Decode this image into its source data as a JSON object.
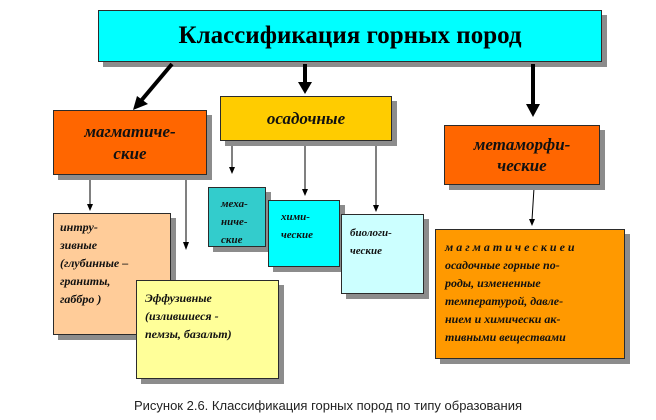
{
  "title": "Классификация горных пород",
  "categories": {
    "magmatic": "магматиче-\nские",
    "sedimentary": "осадочные",
    "metamorphic": "метаморфи-\nческие"
  },
  "magmatic_types": {
    "intrusive": "интру-\nзивные\n(глубинные –\nграниты,\nгаббро )",
    "effusive": "Эффузивные\n(излившиеся  -\nпемзы, базальт)"
  },
  "sedimentary_types": {
    "mechanical": "меха-\nниче-\nские",
    "chemical": "хими-\nческие",
    "biological": "биологи-\nческие"
  },
  "metamorphic_desc": "м а г м а т и ч е с к и е и\nосадочные горные по-\nроды, измененные\nтемпературой, давле-\nнием и химически ак-\nтивными веществами",
  "caption": "Рисунок 2.6. Классификация горных пород по типу образования",
  "colors": {
    "title_bg": "#00ffff",
    "magmatic_bg": "#ff6600",
    "sedimentary_bg": "#ffcc00",
    "metamorphic_bg": "#ff6600",
    "intrusive_bg": "#ffcc99",
    "effusive_bg": "#ffff99",
    "mechanical_bg": "#33cccc",
    "chemical_bg": "#00ffff",
    "biological_bg": "#ccffff",
    "meta_desc_bg": "#ff9900"
  }
}
